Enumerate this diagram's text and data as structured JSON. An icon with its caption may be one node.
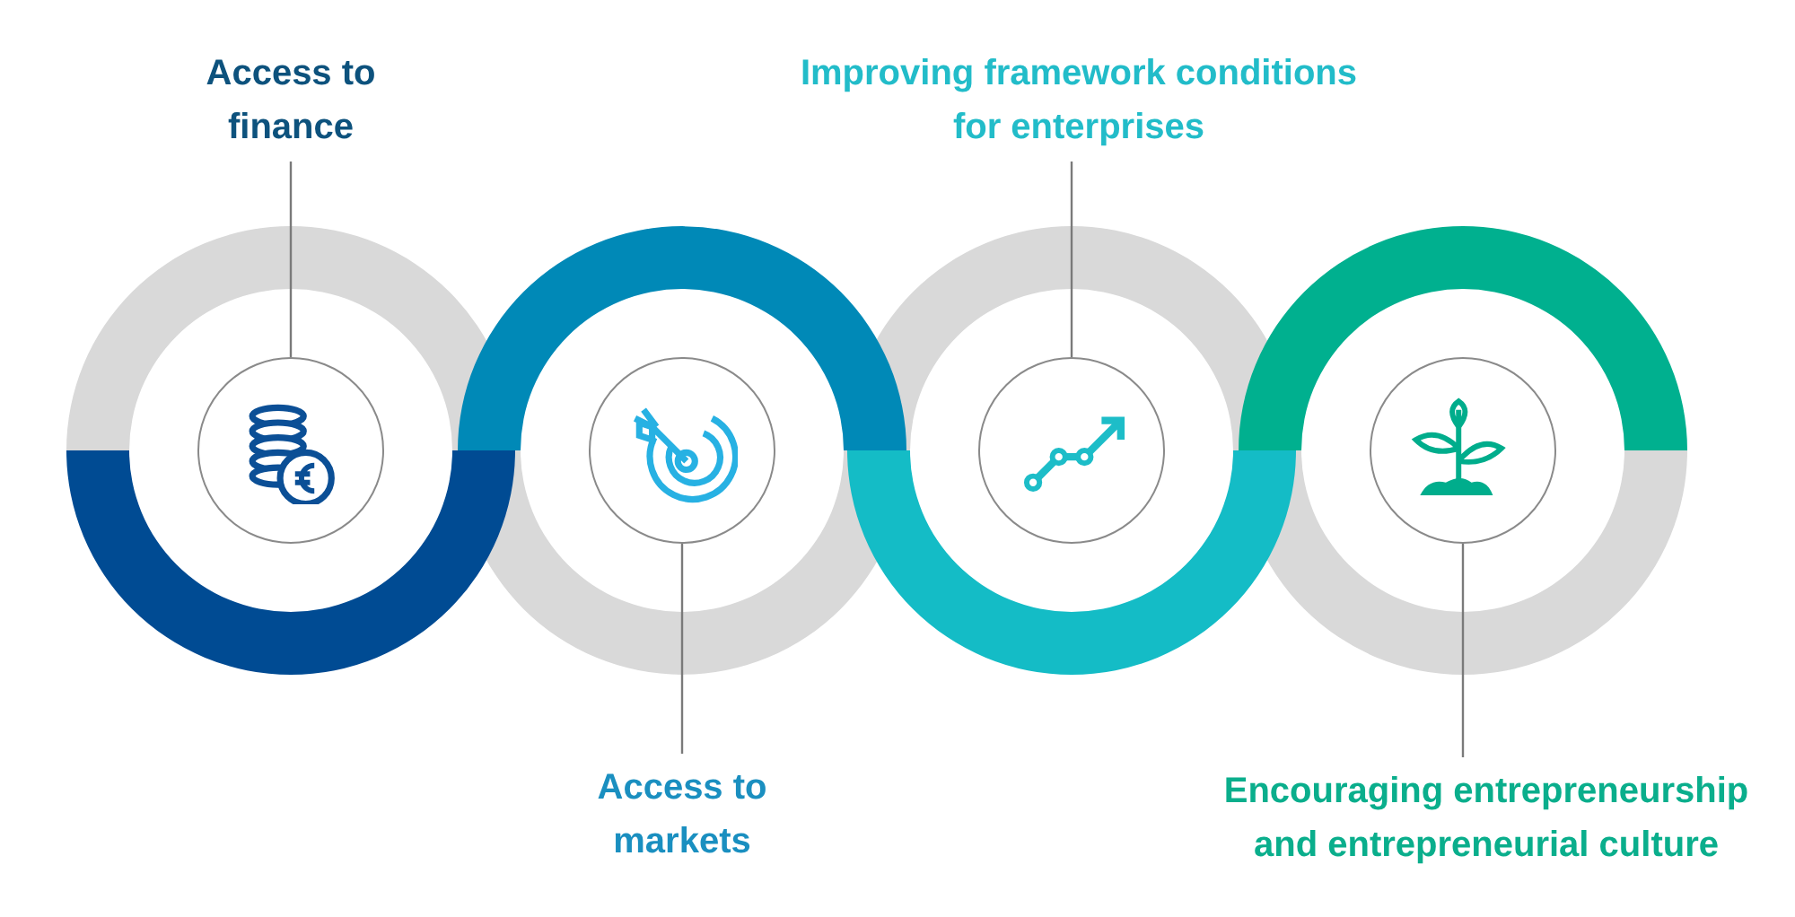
{
  "diagram": {
    "nodes": [
      {
        "text": [
          "Access to finance"
        ]
      },
      {
        "text": [],
        "shape": "circle"
      },
      {
        "text": [],
        "shape": "circle"
      },
      {
        "text": [
          "Access to markets"
        ]
      },
      {
        "text": [
          "Improving framework conditions for enterprises"
        ]
      },
      {
        "text": [],
        "shape": "circle"
      },
      {
        "text": [],
        "shape": "circle"
      },
      {
        "text": [
          "Encouraging entrepreneurship and entrepreneurial culture"
        ]
      }
    ],
    "edges": [
      {
        "from": 0,
        "to": 1,
        "arrow": "none"
      },
      {
        "from": 3,
        "to": 2,
        "arrow": "none"
      },
      {
        "from": 4,
        "to": 5,
        "arrow": "none"
      },
      {
        "from": 7,
        "to": 6,
        "arrow": "none"
      }
    ]
  }
}
